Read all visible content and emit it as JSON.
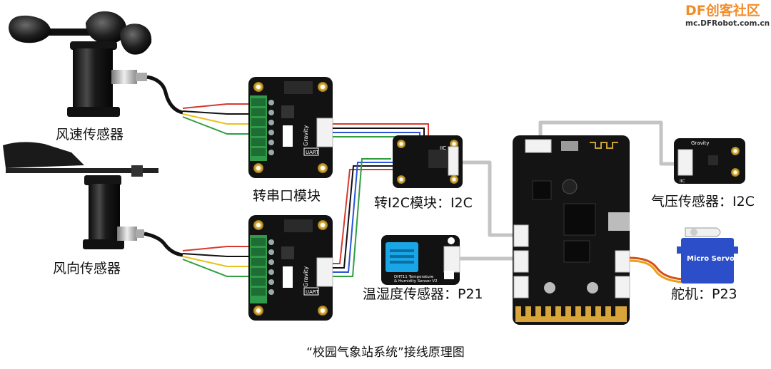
{
  "logo": {
    "df": "DF",
    "cn": "创客社区",
    "url": "mc.DFRobot.com.cn"
  },
  "labels": {
    "wind_speed": "风速传感器",
    "wind_direction": "风向传感器",
    "serial_module": "转串口模块",
    "i2c_module": "转I2C模块：I2C",
    "pressure": "气压传感器：I2C",
    "temp_humidity": "温湿度传感器：P21",
    "servo": "舵机：P23"
  },
  "board_text": {
    "gravity": "Gravity",
    "uart": "UART",
    "iic": "IIC",
    "micro_servo": "Micro Servo",
    "dht_line1": "DHT11 Temperature",
    "dht_line2": "& Humidity Sensor V2"
  },
  "caption": "“校园气象站系统”接线原理图",
  "colors": {
    "pcb": "#111111",
    "terminal": "#2e9a4a",
    "wire_red": "#d63a2f",
    "wire_yellow": "#e8c21a",
    "wire_green": "#2f9e3f",
    "wire_black": "#111111",
    "wire_blue": "#2b55d6",
    "cable_gray": "#bdbdbd",
    "servo_blue": "#2c4fc9",
    "logo": "#f18d2a"
  }
}
